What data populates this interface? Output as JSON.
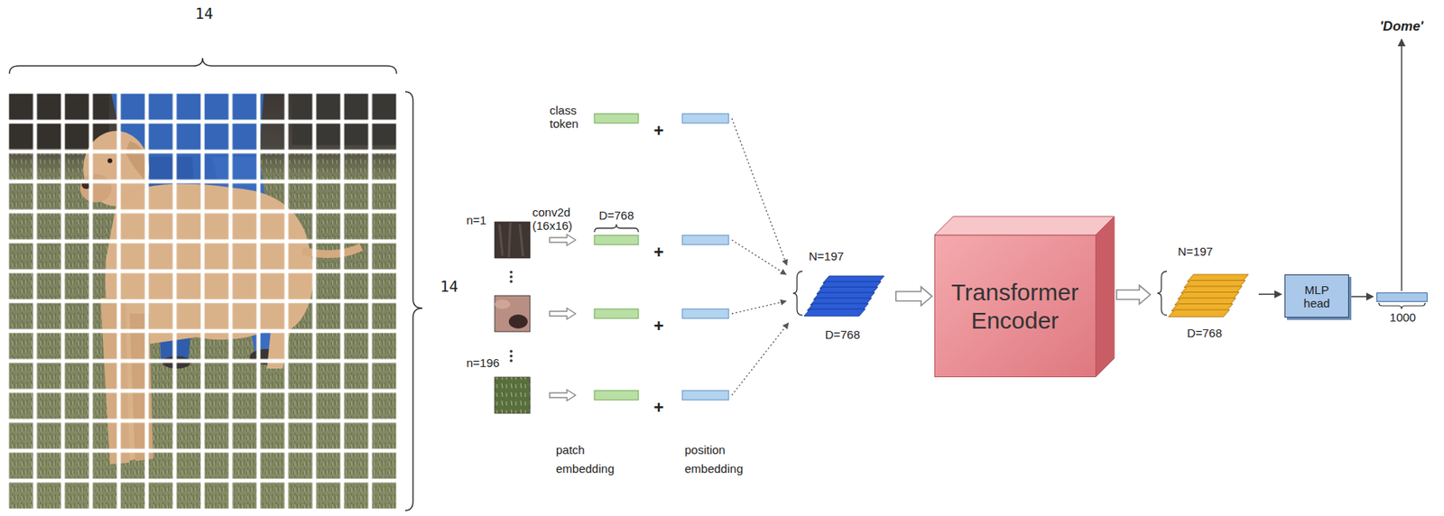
{
  "diagram": {
    "nodes": [
      {
        "text": [
          "N=197",
          "D=768"
        ]
      },
      {
        "text": [
          "Transformer Encoder"
        ]
      },
      {
        "text": [
          "N=197",
          "D=768"
        ]
      },
      {
        "text": [
          "MLP head"
        ]
      },
      {
        "text": [
          "1000"
        ]
      }
    ],
    "edges": [
      {
        "from": 0,
        "to": 1,
        "arrow": "to"
      },
      {
        "from": 1,
        "to": 2,
        "arrow": "to"
      },
      {
        "from": 2,
        "to": 3,
        "arrow": "to"
      },
      {
        "from": 3,
        "to": 4,
        "arrow": "to"
      }
    ],
    "labels": [
      "14",
      "14",
      "class token",
      "+",
      "n=1",
      "conv2d (16x16)",
      "D=768",
      "+",
      "+",
      "n=196",
      "+",
      "patch embedding",
      "position embedding",
      "'Dome'"
    ]
  }
}
